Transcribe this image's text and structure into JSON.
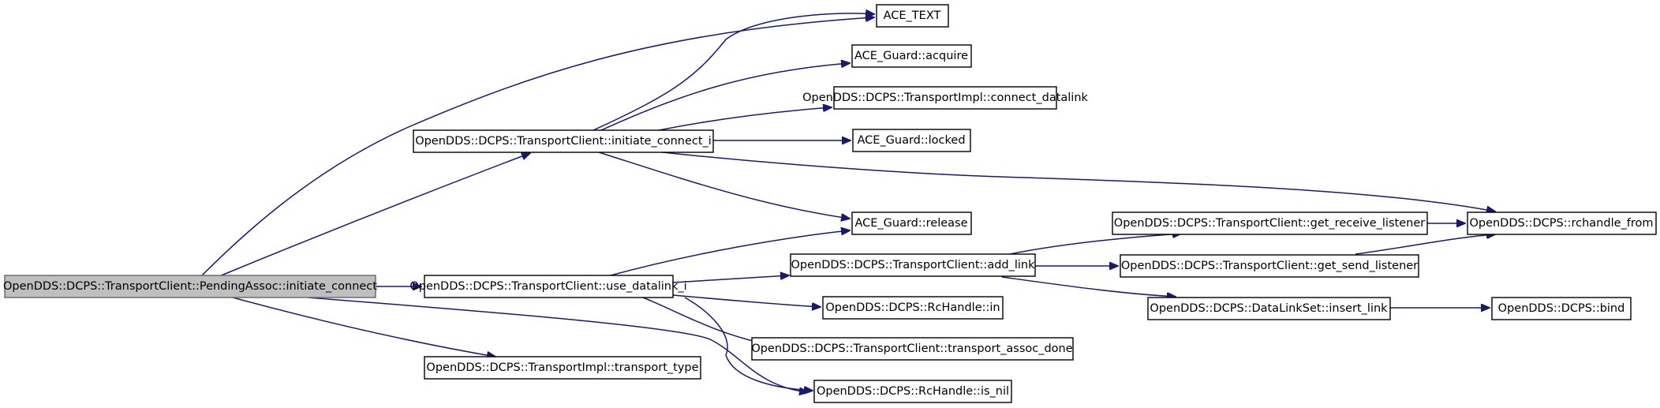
{
  "diagram": {
    "nodes": [
      {
        "id": "root",
        "label": "OpenDDS::DCPS::TransportClient::PendingAssoc::initiate_connect",
        "root": true
      },
      {
        "id": "n_initiate_connect_i",
        "label": "OpenDDS::DCPS::TransportClient::initiate_connect_i"
      },
      {
        "id": "n_use_datalink_i",
        "label": "OpenDDS::DCPS::TransportClient::use_datalink_i"
      },
      {
        "id": "n_transport_type",
        "label": "OpenDDS::DCPS::TransportImpl::transport_type"
      },
      {
        "id": "n_ace_text",
        "label": "ACE_TEXT"
      },
      {
        "id": "n_acquire",
        "label": "ACE_Guard::acquire"
      },
      {
        "id": "n_connect_datalink",
        "label": "OpenDDS::DCPS::TransportImpl::connect_datalink"
      },
      {
        "id": "n_locked",
        "label": "ACE_Guard::locked"
      },
      {
        "id": "n_release",
        "label": "ACE_Guard::release"
      },
      {
        "id": "n_add_link",
        "label": "OpenDDS::DCPS::TransportClient::add_link"
      },
      {
        "id": "n_rc_in",
        "label": "OpenDDS::DCPS::RcHandle::in"
      },
      {
        "id": "n_transport_assoc_done",
        "label": "OpenDDS::DCPS::TransportClient::transport_assoc_done"
      },
      {
        "id": "n_is_nil",
        "label": "OpenDDS::DCPS::RcHandle::is_nil"
      },
      {
        "id": "n_get_receive_listener",
        "label": "OpenDDS::DCPS::TransportClient::get_receive_listener"
      },
      {
        "id": "n_get_send_listener",
        "label": "OpenDDS::DCPS::TransportClient::get_send_listener"
      },
      {
        "id": "n_insert_link",
        "label": "OpenDDS::DCPS::DataLinkSet::insert_link"
      },
      {
        "id": "n_rchandle_from",
        "label": "OpenDDS::DCPS::rchandle_from"
      },
      {
        "id": "n_bind",
        "label": "OpenDDS::DCPS::bind"
      }
    ],
    "edges": [
      {
        "from": "root",
        "to": "n_ace_text"
      },
      {
        "from": "root",
        "to": "n_initiate_connect_i"
      },
      {
        "from": "root",
        "to": "n_use_datalink_i"
      },
      {
        "from": "root",
        "to": "n_transport_type"
      },
      {
        "from": "root",
        "to": "n_is_nil"
      },
      {
        "from": "n_initiate_connect_i",
        "to": "n_ace_text"
      },
      {
        "from": "n_initiate_connect_i",
        "to": "n_acquire"
      },
      {
        "from": "n_initiate_connect_i",
        "to": "n_connect_datalink"
      },
      {
        "from": "n_initiate_connect_i",
        "to": "n_locked"
      },
      {
        "from": "n_initiate_connect_i",
        "to": "n_release"
      },
      {
        "from": "n_initiate_connect_i",
        "to": "n_rchandle_from"
      },
      {
        "from": "n_use_datalink_i",
        "to": "n_release"
      },
      {
        "from": "n_use_datalink_i",
        "to": "n_add_link"
      },
      {
        "from": "n_use_datalink_i",
        "to": "n_rc_in"
      },
      {
        "from": "n_use_datalink_i",
        "to": "n_transport_assoc_done"
      },
      {
        "from": "n_use_datalink_i",
        "to": "n_is_nil"
      },
      {
        "from": "n_add_link",
        "to": "n_get_receive_listener"
      },
      {
        "from": "n_add_link",
        "to": "n_get_send_listener"
      },
      {
        "from": "n_add_link",
        "to": "n_insert_link"
      },
      {
        "from": "n_get_receive_listener",
        "to": "n_rchandle_from"
      },
      {
        "from": "n_get_send_listener",
        "to": "n_rchandle_from"
      },
      {
        "from": "n_insert_link",
        "to": "n_bind"
      }
    ]
  }
}
